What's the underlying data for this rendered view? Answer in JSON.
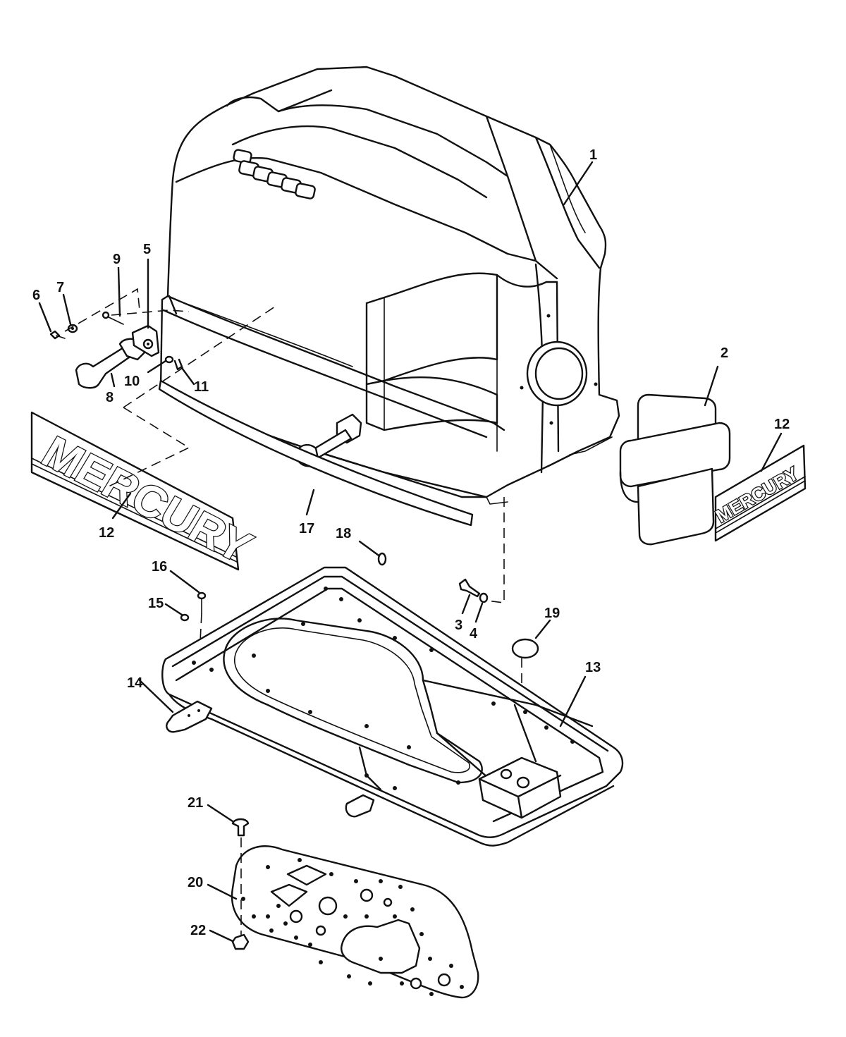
{
  "labels": {
    "l1": "1",
    "l2": "2",
    "l3": "3",
    "l4": "4",
    "l5": "5",
    "l6": "6",
    "l7": "7",
    "l8": "8",
    "l9": "9",
    "l10": "10",
    "l11": "11",
    "l12a": "12",
    "l12b": "12",
    "l13": "13",
    "l14": "14",
    "l15": "15",
    "l16": "16",
    "l17": "17",
    "l18": "18",
    "l19": "19",
    "l20": "20",
    "l21": "21",
    "l22": "22"
  },
  "decals": {
    "front": "MERCURY",
    "side": "MERCURY"
  }
}
